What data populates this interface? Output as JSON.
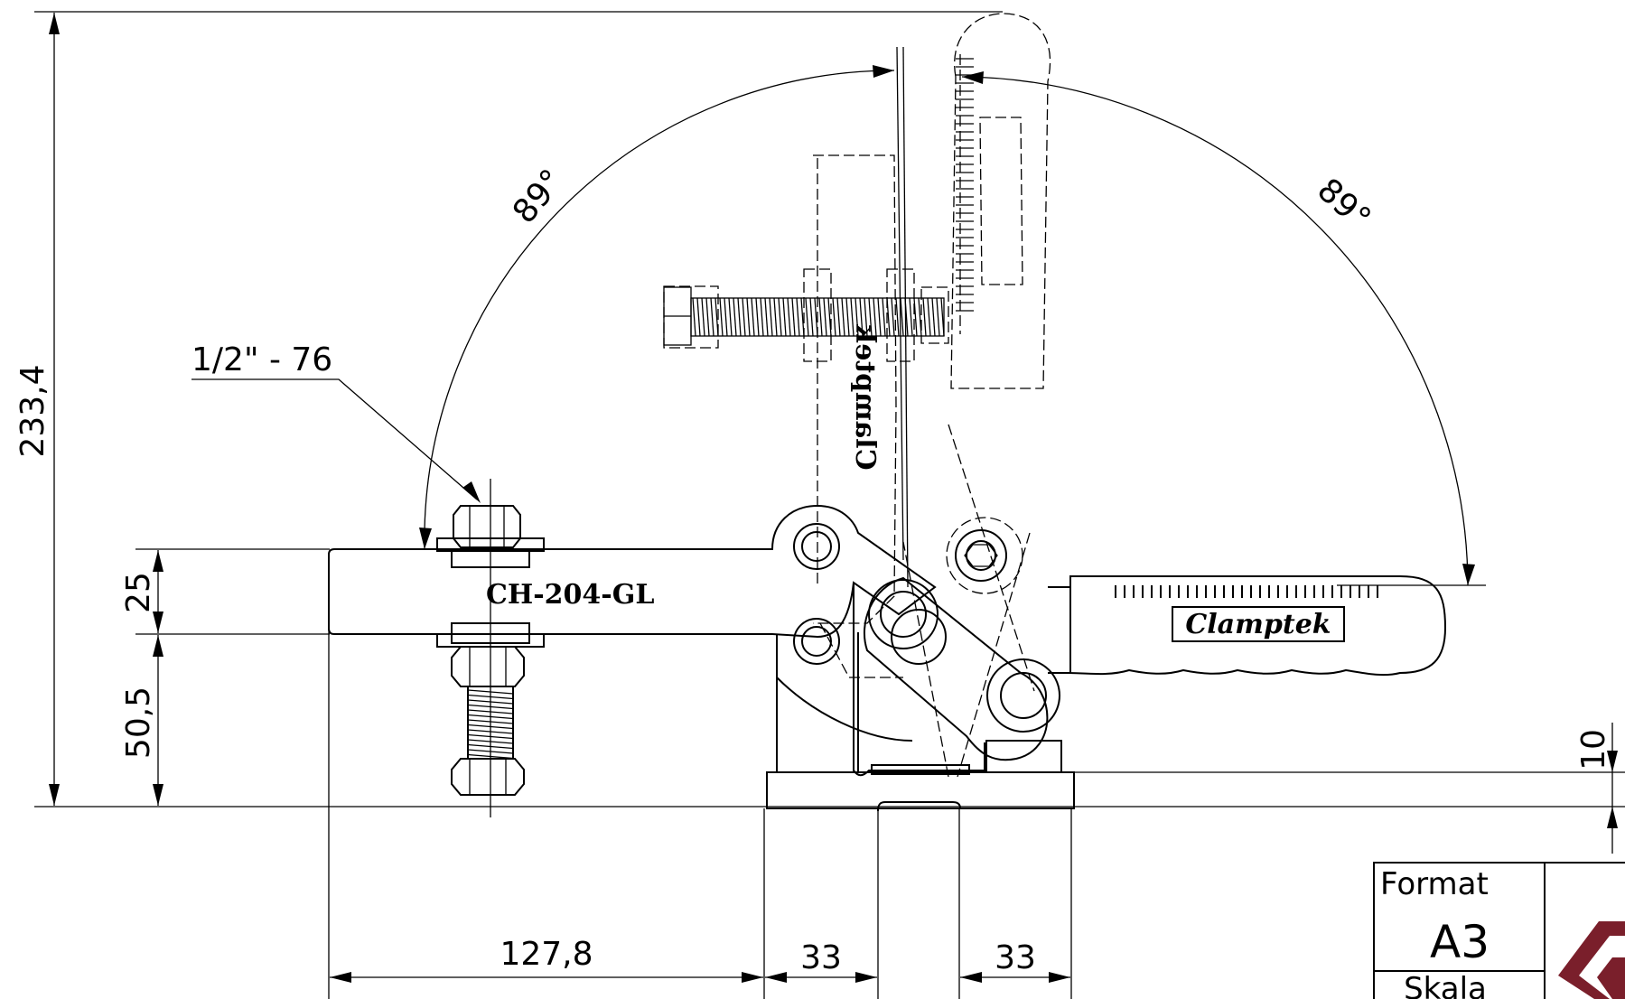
{
  "drawing": {
    "part_number": "CH-204-GL",
    "brand_label": "Clamptek",
    "mirrored_brand_label": "Clamptek",
    "dimensions": {
      "total_height": "233,4",
      "arm_height": "25",
      "spindle_height": "50,5",
      "base_thickness": "10",
      "arm_length": "127,8",
      "base_left": "33",
      "base_right": "33",
      "left_angle": "89°",
      "right_angle": "89°"
    },
    "thread_callout": "1/2\" - 76"
  },
  "title_block": {
    "format_label": "Format",
    "format_value": "A3",
    "scale_label": "Skala"
  },
  "colors": {
    "line": "#000000",
    "logo": "#7a1f2b"
  }
}
